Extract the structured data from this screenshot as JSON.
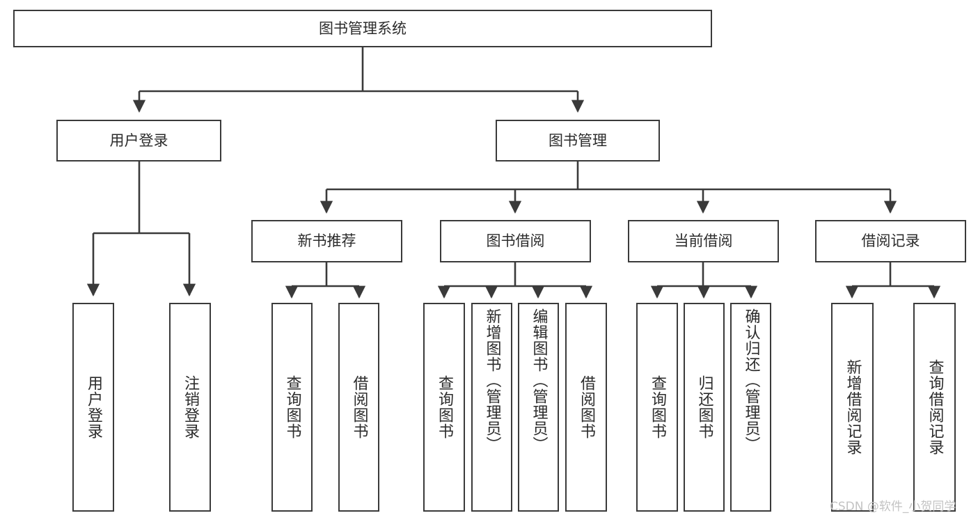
{
  "diagram": {
    "title": "图书管理系统",
    "type": "tree-hierarchy",
    "nodes": {
      "root": {
        "label": "图书管理系统"
      },
      "level2": [
        {
          "id": "user-login",
          "label": "用户登录"
        },
        {
          "id": "book-management",
          "label": "图书管理"
        }
      ],
      "level3": [
        {
          "id": "new-book-recommend",
          "label": "新书推荐"
        },
        {
          "id": "book-borrow",
          "label": "图书借阅"
        },
        {
          "id": "current-borrow",
          "label": "当前借阅"
        },
        {
          "id": "borrow-record",
          "label": "借阅记录"
        }
      ],
      "leaves": [
        {
          "id": "leaf-user-login",
          "label": "用户登录",
          "parent": "user-login"
        },
        {
          "id": "leaf-logout",
          "label": "注销登录",
          "parent": "user-login"
        },
        {
          "id": "leaf-query-book-1",
          "label": "查询图书",
          "parent": "new-book-recommend"
        },
        {
          "id": "leaf-borrow-book-1",
          "label": "借阅图书",
          "parent": "new-book-recommend"
        },
        {
          "id": "leaf-query-book-2",
          "label": "查询图书",
          "parent": "book-borrow"
        },
        {
          "id": "leaf-add-book",
          "label": "新增图书（管理员）",
          "parent": "book-borrow"
        },
        {
          "id": "leaf-edit-book",
          "label": "编辑图书（管理员）",
          "parent": "book-borrow"
        },
        {
          "id": "leaf-borrow-book-2",
          "label": "借阅图书",
          "parent": "book-borrow"
        },
        {
          "id": "leaf-query-book-3",
          "label": "查询图书",
          "parent": "current-borrow"
        },
        {
          "id": "leaf-return-book",
          "label": "归还图书",
          "parent": "current-borrow"
        },
        {
          "id": "leaf-confirm-return",
          "label": "确认归还（管理员）",
          "parent": "current-borrow"
        },
        {
          "id": "leaf-add-record",
          "label": "新增借阅记录",
          "parent": "borrow-record"
        },
        {
          "id": "leaf-query-record",
          "label": "查询借阅记录",
          "parent": "borrow-record"
        }
      ]
    },
    "colors": {
      "stroke": "#3a3a3a",
      "text": "#2b2b2b",
      "background": "#ffffff",
      "watermark": "#c3c3c3"
    }
  },
  "watermark": {
    "text": "CSDN @软件_小贺同学"
  }
}
